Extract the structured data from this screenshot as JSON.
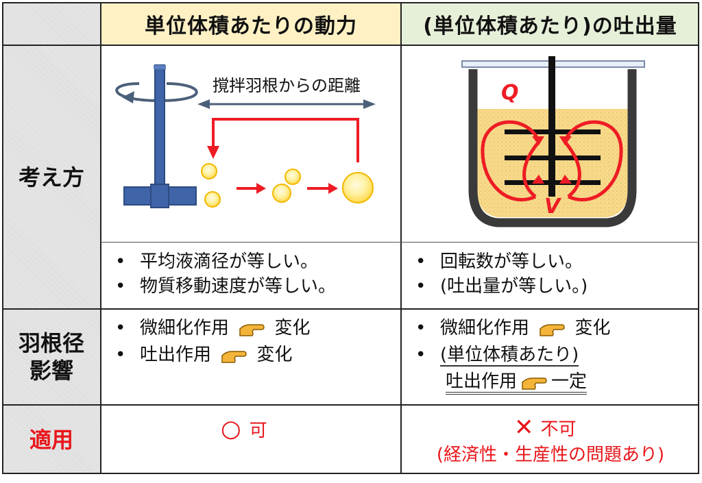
{
  "headers": {
    "col1": "単位体積あたりの動力",
    "col2": "(単位体積あたり)の吐出量"
  },
  "rows": {
    "concept": "考え方",
    "impeller_effect_line1": "羽根径",
    "impeller_effect_line2": "影響",
    "applicability": "適用"
  },
  "diagram_left": {
    "distance_label": "撹拌羽根からの距離"
  },
  "diagram_right": {
    "q_label": "Q",
    "v_label": "V"
  },
  "concept_text": {
    "left": [
      "平均液滴径が等しい。",
      "物質移動速度が等しい。"
    ],
    "right": [
      "回転数が等しい。",
      "(吐出量が等しい。)"
    ]
  },
  "effect_text": {
    "left": [
      {
        "label": "微細化作用",
        "result": "変化"
      },
      {
        "label": "吐出作用",
        "result": "変化"
      }
    ],
    "right": {
      "item1_label": "微細化作用",
      "item1_result": "変化",
      "item2_prefix": "(単位体積あたり)",
      "item2_label": "吐出作用",
      "item2_result": "一定"
    }
  },
  "apply": {
    "left_mark": "○",
    "left_text": "可",
    "right_mark": "✕",
    "right_text": "不可",
    "right_note": "(経済性・生産性の問題あり)"
  },
  "bullet": "•",
  "colors": {
    "accent_red": "#e8161b",
    "impeller_blue": "#3f64a8",
    "header_yellow": "#fff1c4",
    "header_green": "#e6f0d9",
    "droplet_yellow": "#ffd84a",
    "liquid": "#f7d98a",
    "hand": "#f4b43a"
  },
  "icons": [
    "pointing-hand-icon",
    "circle-ok-icon",
    "cross-ng-icon",
    "rotation-arrow-icon"
  ]
}
